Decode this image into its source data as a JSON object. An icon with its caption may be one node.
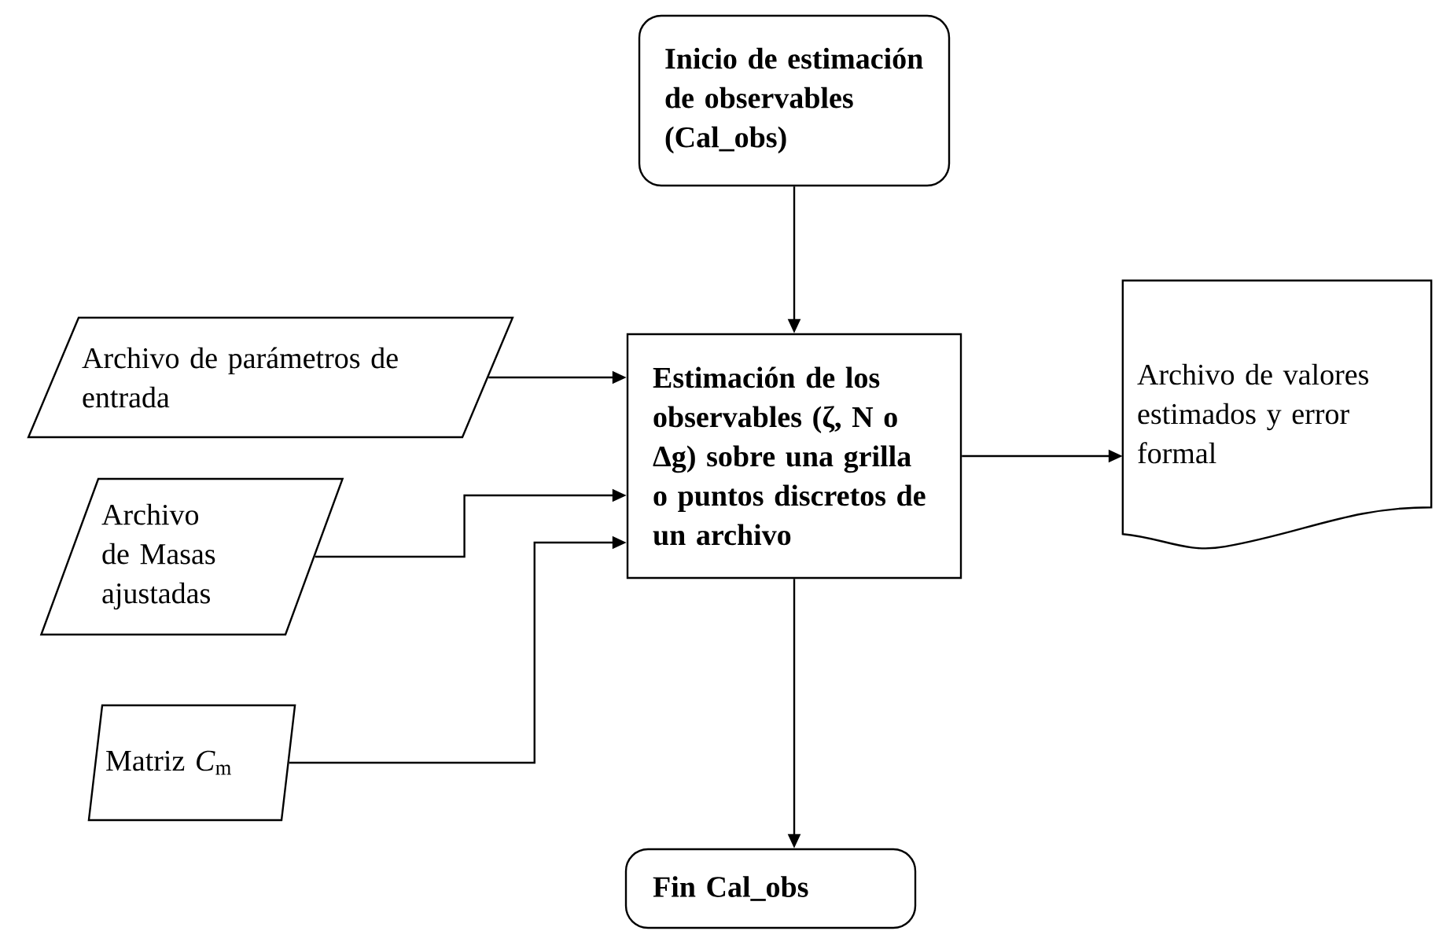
{
  "diagram": {
    "nodes": [
      {
        "text": [
          "Inicio de estimación de observables (Cal_obs)"
        ]
      },
      {
        "text": [
          "Archivo de parámetros de entrada"
        ]
      },
      {
        "text": [
          "Archivo de Masas ajustadas"
        ]
      },
      {
        "text": [
          "Matriz *C*$_{m}$"
        ]
      },
      {
        "text": [
          "Estimación de los observables (ζ, N o Δg) sobre una grilla o puntos discretos de un archivo"
        ]
      },
      {
        "text": [
          "Archivo de valores estimados y error formal"
        ]
      },
      {
        "text": [
          "Fin Cal_obs"
        ]
      }
    ],
    "edges": [
      {
        "from": 0,
        "to": 4,
        "arrow": "to"
      },
      {
        "from": 1,
        "to": 4,
        "arrow": "to"
      },
      {
        "from": 2,
        "to": 4,
        "arrow": "to"
      },
      {
        "from": 3,
        "to": 4,
        "arrow": "to"
      },
      {
        "from": 4,
        "to": 5,
        "arrow": "to"
      },
      {
        "from": 4,
        "to": 6,
        "arrow": "to"
      }
    ]
  }
}
